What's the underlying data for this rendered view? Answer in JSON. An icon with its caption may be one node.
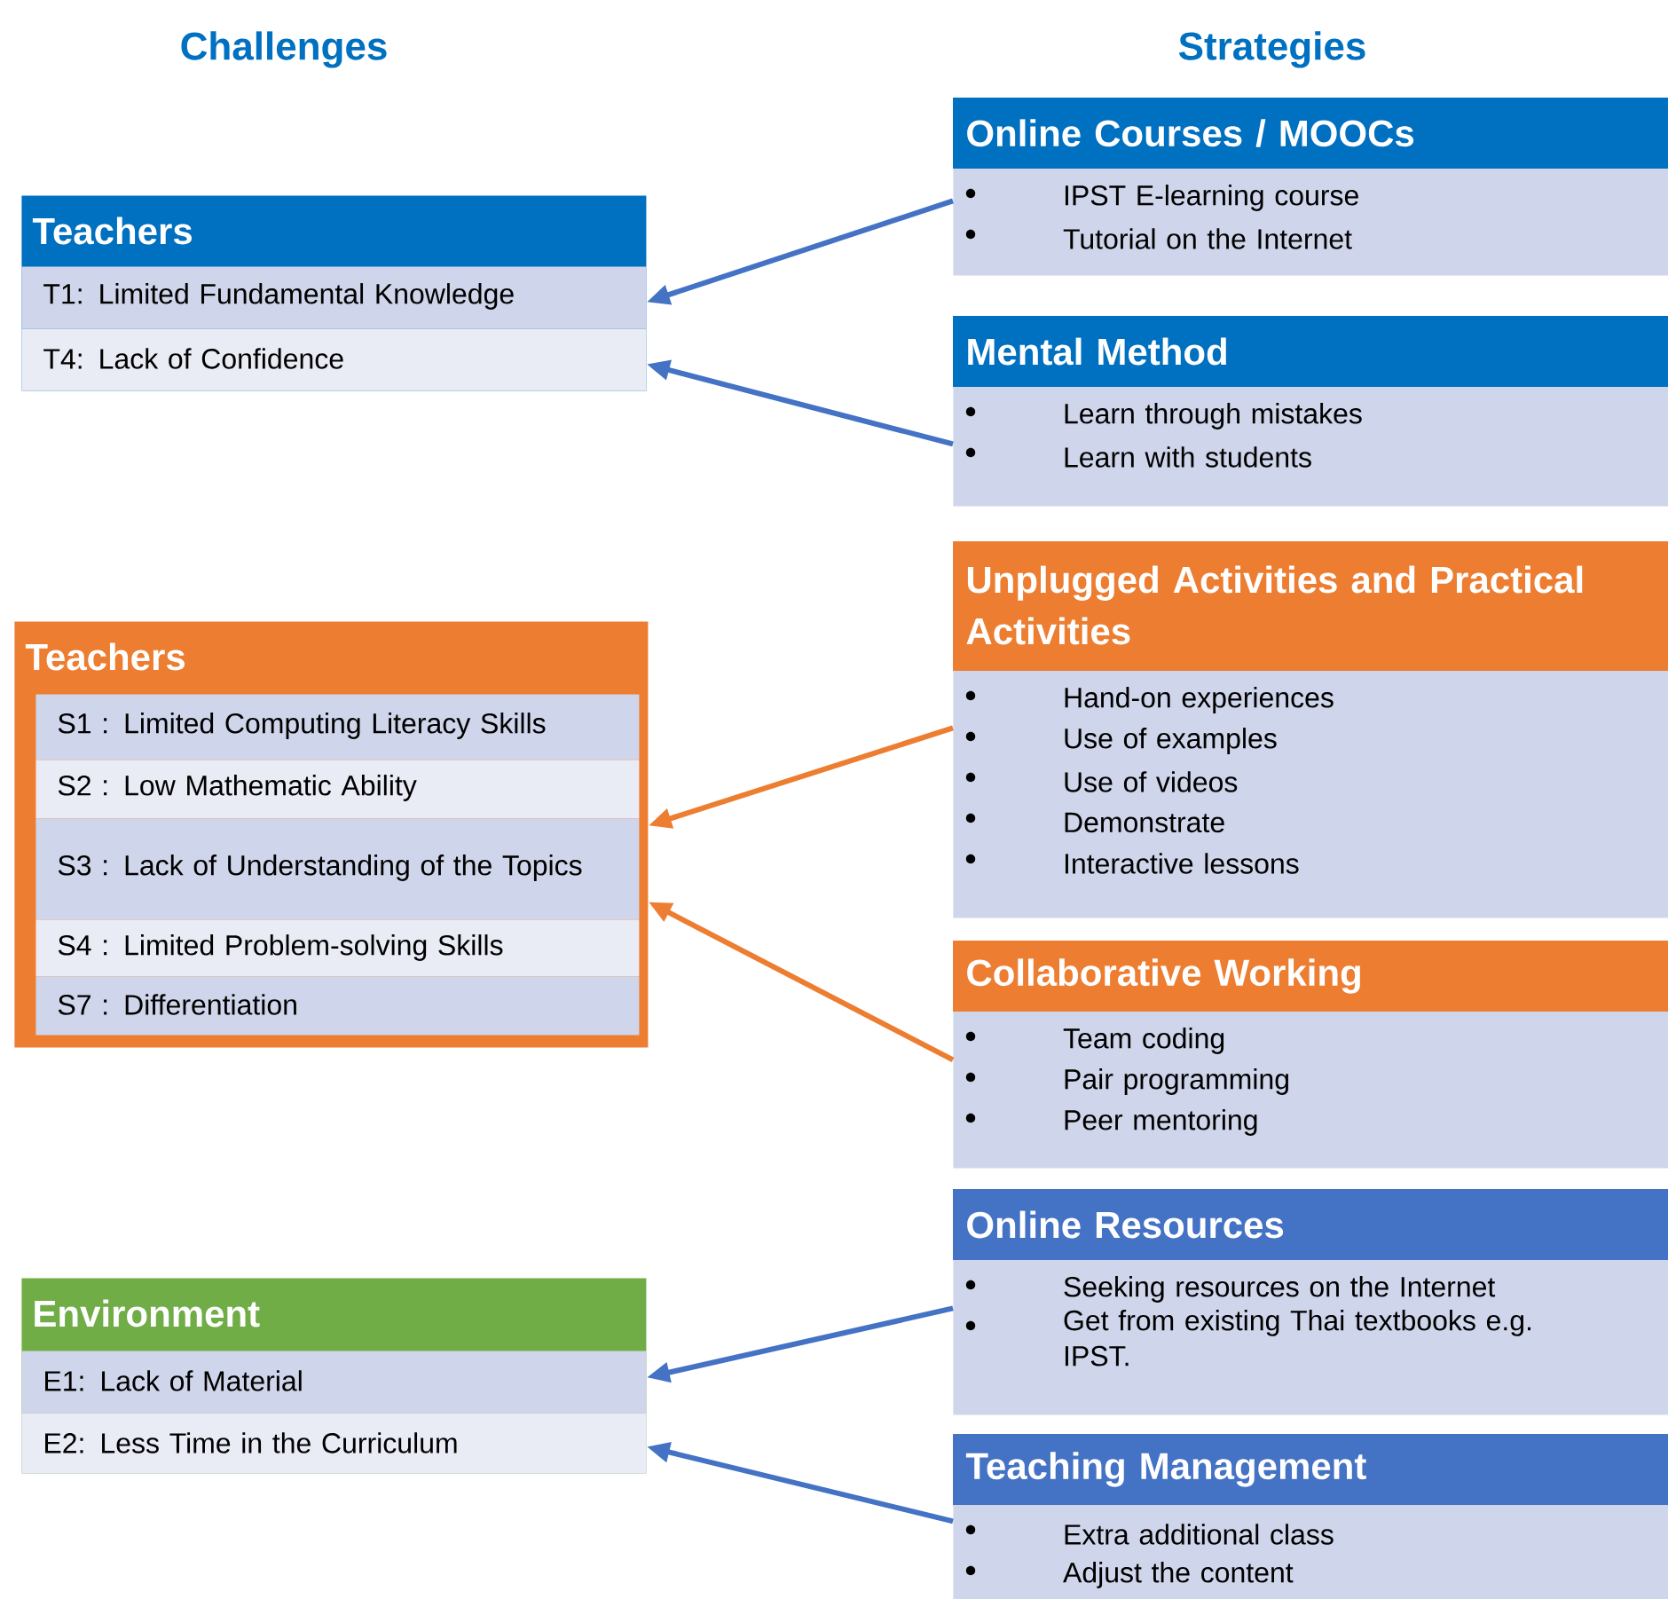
{
  "diagram": {
    "nodes": [
      {
        "text": [
          "Teachers"
        ]
      },
      {
        "text": [
          "T1: Limited Fundamental Knowledge"
        ],
        "in": 0
      },
      {
        "text": [
          "T4: Lack of Confidence"
        ],
        "in": 0
      },
      {
        "text": [
          "Teachers"
        ]
      },
      {
        "text": [
          "S1 : Limited Computing Literacy Skills"
        ],
        "in": 3
      },
      {
        "text": [
          "S2 : Low Mathematic Ability"
        ],
        "in": 3
      },
      {
        "text": [
          "S3 : Lack of Understanding of the Topics"
        ],
        "in": 3
      },
      {
        "text": [
          "S4 : Limited Problem-solving Skills"
        ],
        "in": 3
      },
      {
        "text": [
          "S7 : Differentiation"
        ],
        "in": 3
      },
      {
        "text": [
          "Environment"
        ]
      },
      {
        "text": [
          "E1: Lack of Material"
        ],
        "in": 9
      },
      {
        "text": [
          "E2: Less Time in the Curriculum"
        ],
        "in": 9
      },
      {
        "text": [
          "Online Courses / MOOCs",
          "IPST E-learning course",
          "Tutorial on the Internet"
        ]
      },
      {
        "text": [
          "Mental Method",
          "Learn through mistakes",
          "Learn with students"
        ]
      },
      {
        "text": [
          "Unplugged Activities and Practical Activities",
          "Hand-on experiences",
          "Use of examples",
          "Use of videos",
          "Demonstrate",
          "Interactive lessons"
        ]
      },
      {
        "text": [
          "Collaborative Working",
          "Team coding",
          "Pair programming",
          "Peer mentoring"
        ]
      },
      {
        "text": [
          "Online Resources",
          "Seeking resources on the Internet",
          "Get from existing Thai textbooks e.g. IPST."
        ]
      },
      {
        "text": [
          "Teaching Management",
          "Extra additional class",
          "Adjust the content"
        ]
      }
    ],
    "edges": [
      {
        "from": 12,
        "to": 1,
        "arrow": "to"
      },
      {
        "from": 13,
        "to": 2,
        "arrow": "to"
      },
      {
        "from": 14,
        "to": 3,
        "arrow": "to",
        "color": "#ed7d31"
      },
      {
        "from": 15,
        "to": 3,
        "arrow": "to",
        "color": "#ed7d31"
      },
      {
        "from": 16,
        "to": 10,
        "arrow": "to"
      },
      {
        "from": 17,
        "to": 11,
        "arrow": "to"
      }
    ],
    "labels": [
      "Challenges",
      "Strategies"
    ]
  }
}
